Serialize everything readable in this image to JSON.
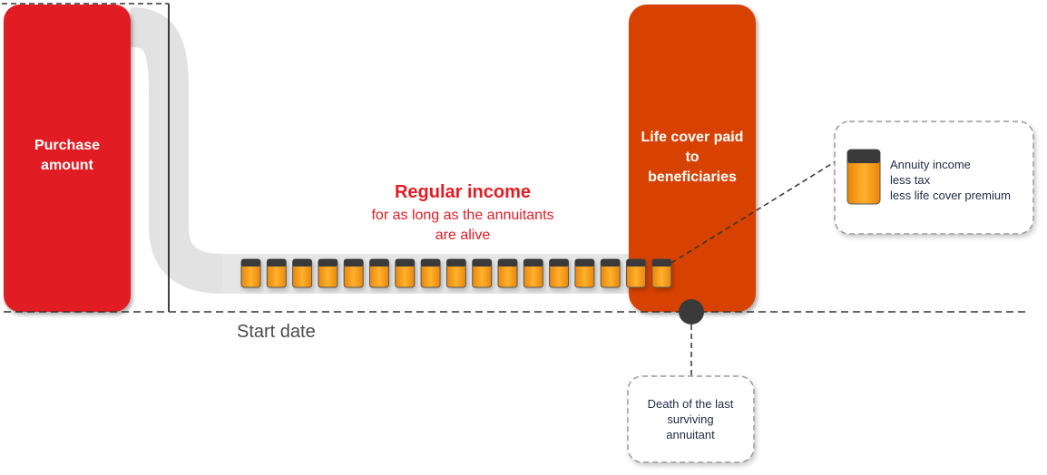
{
  "blocks": {
    "purchase": {
      "label": "Purchase\namount",
      "color": "#e11c24"
    },
    "life_cover": {
      "label": "Life cover paid\nto\nbeneficiaries",
      "color": "#d84200"
    }
  },
  "regular_income": {
    "title": "Regular income",
    "subtitle": "for as long as the annuitants\nare alive",
    "color": "#e11c24",
    "payment_count": 17
  },
  "timeline": {
    "start_label": "Start date"
  },
  "event": {
    "label": "Death of the last\nsurviving\nannuitant"
  },
  "legend": {
    "lines": [
      "Annuity income",
      "less tax",
      "less life cover premium"
    ],
    "fill_color": "#f59a10",
    "cap_color": "#3a3a3a"
  }
}
